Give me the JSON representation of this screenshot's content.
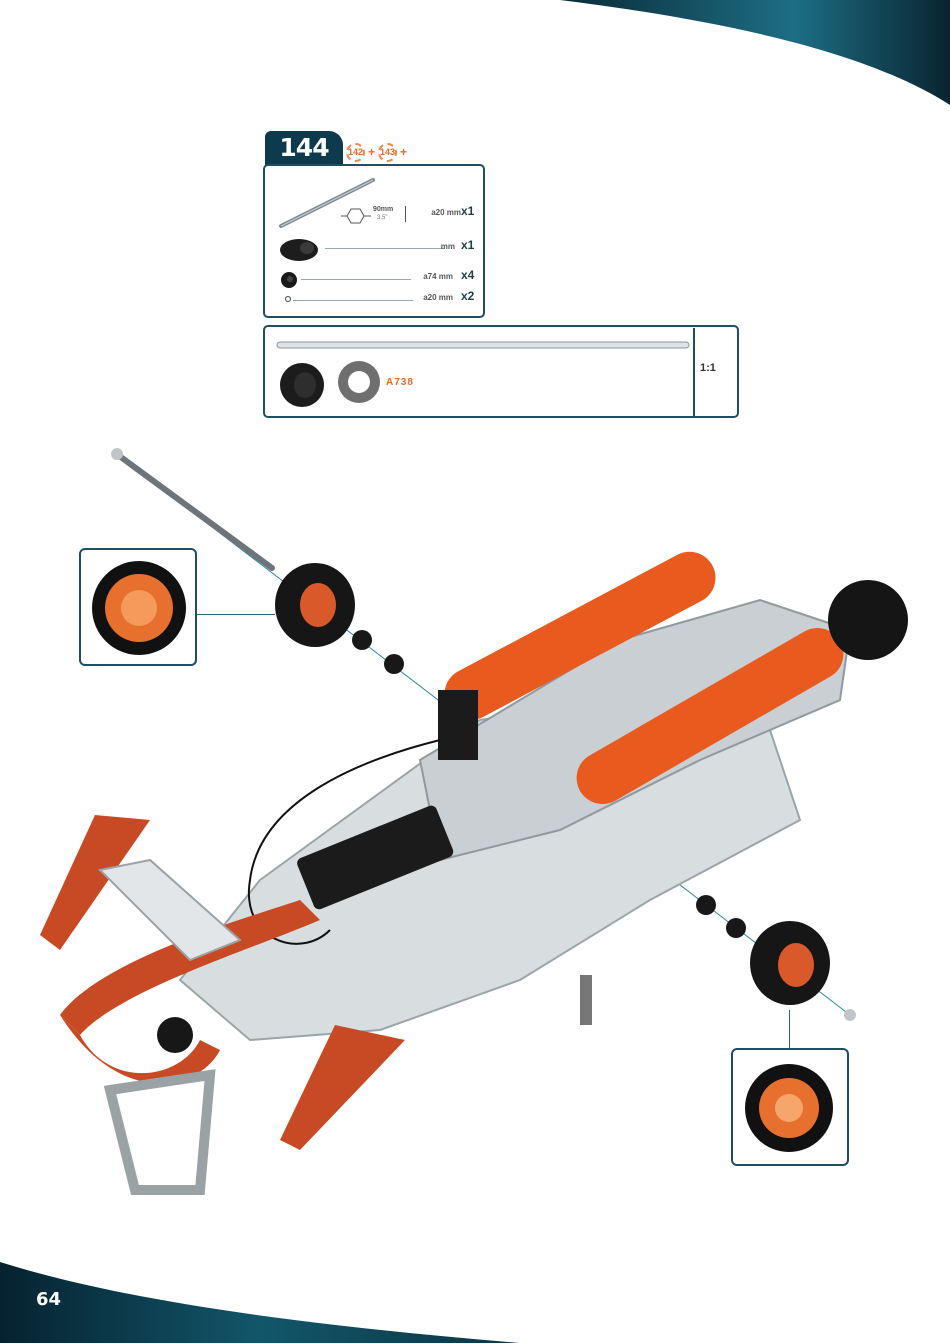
{
  "step": {
    "number": "144",
    "refs": [
      "142",
      "143"
    ]
  },
  "parts": [
    {
      "icon": "rod-icon",
      "size": "90mm",
      "size_sub": "3.5\"",
      "code": "a20 mm",
      "qty": "x1"
    },
    {
      "icon": "wheel-icon",
      "code": "mm",
      "qty": "x1"
    },
    {
      "icon": "collar-icon",
      "code": "a74 mm",
      "qty": "x4"
    },
    {
      "icon": "washer-icon",
      "code": "a20 mm",
      "qty": "x2"
    }
  ],
  "scale": {
    "label": "1:1",
    "code": "A738"
  },
  "page_number": "64",
  "colors": {
    "frame": "#1f4f63",
    "accent": "#e46a2a",
    "dark_blue": "#0d3a4c"
  }
}
